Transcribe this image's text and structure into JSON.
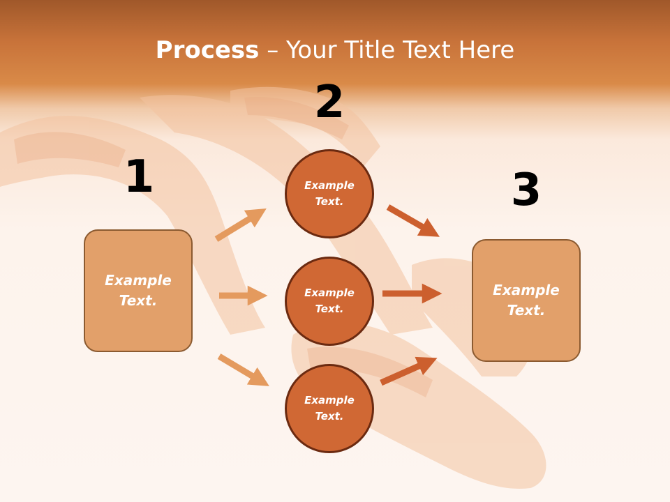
{
  "title": {
    "bold": "Process",
    "dash": " – ",
    "rest": "Your Title Text Here"
  },
  "steps": {
    "one": {
      "number": "1",
      "text": "Example\nText."
    },
    "two": {
      "number": "2",
      "items": [
        "Example\nText.",
        "Example\nText.",
        "Example\nText."
      ]
    },
    "three": {
      "number": "3",
      "text": "Example\nText."
    }
  },
  "colors": {
    "box_fill": "#e2a06a",
    "circle_fill": "#d06834",
    "arrow_light": "#e49a5e",
    "arrow_dark": "#cc5f2e",
    "header": "#c8733a"
  }
}
